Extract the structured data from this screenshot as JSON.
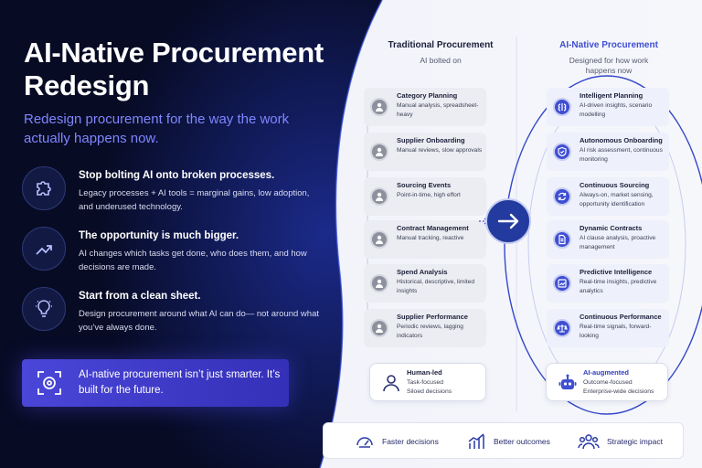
{
  "hero": {
    "title": "AI-Native Procurement Redesign",
    "subtitle": "Redesign procurement for the way the work actually happens now."
  },
  "points": [
    {
      "icon": "puzzle-icon",
      "title": "Stop bolting AI onto broken processes.",
      "body": "Legacy processes + AI tools = marginal gains, low adoption, and underused technology."
    },
    {
      "icon": "trend-up-icon",
      "title": "The opportunity is much bigger.",
      "body": "AI changes which tasks get done, who does them, and how decisions are made."
    },
    {
      "icon": "lightbulb-icon",
      "title": "Start from a clean sheet.",
      "body": "Design procurement around what AI can do— not around what you’ve always done."
    }
  ],
  "callout": {
    "icon": "focus-target-icon",
    "text": "AI-native procurement isn’t just smarter. It’s built for the future."
  },
  "traditional": {
    "heading": "Traditional Procurement",
    "subheading": "AI bolted on",
    "items": [
      {
        "title": "Category Planning",
        "desc": "Manual analysis, spreadsheet-heavy"
      },
      {
        "title": "Supplier Onboarding",
        "desc": "Manual reviews, slow approvals"
      },
      {
        "title": "Sourcing Events",
        "desc": "Point-in-time, high effort"
      },
      {
        "title": "Contract Management",
        "desc": "Manual tracking, reactive"
      },
      {
        "title": "Spend Analysis",
        "desc": "Historical, descriptive, limited insights"
      },
      {
        "title": "Supplier Performance",
        "desc": "Periodic reviews, lagging indicators"
      }
    ],
    "footer": {
      "icon": "person-icon",
      "title": "Human-led",
      "line1": "Task-focused",
      "line2": "Siloed decisions"
    }
  },
  "ai_native": {
    "heading": "AI-Native Procurement",
    "subheading": "Designed for how work happens now",
    "items": [
      {
        "icon": "brain-icon",
        "title": "Intelligent Planning",
        "desc": "AI-driven insights, scenario modelling"
      },
      {
        "icon": "shield-check-icon",
        "title": "Autonomous Onboarding",
        "desc": "AI risk assessment, continuous monitoring"
      },
      {
        "icon": "refresh-icon",
        "title": "Continuous Sourcing",
        "desc": "Always-on, market sensing, opportunity identification"
      },
      {
        "icon": "document-icon",
        "title": "Dynamic Contracts",
        "desc": "AI clause analysis, proactive management"
      },
      {
        "icon": "chart-icon",
        "title": "Predictive Intelligence",
        "desc": "Real-time insights, predictive analytics"
      },
      {
        "icon": "balance-icon",
        "title": "Continuous Performance",
        "desc": "Real-time signals, forward-looking"
      }
    ],
    "footer": {
      "icon": "robot-icon",
      "title": "AI-augmented",
      "line1": "Outcome-focused",
      "line2": "Enterprise-wide decisions"
    }
  },
  "outcomes": [
    {
      "icon": "speedometer-icon",
      "label": "Faster decisions"
    },
    {
      "icon": "bar-chart-icon",
      "label": "Better outcomes"
    },
    {
      "icon": "people-icon",
      "label": "Strategic impact"
    }
  ],
  "colors": {
    "navy": "#0b1233",
    "accent": "#3f4fd1",
    "subtitle": "#7f86ff"
  }
}
